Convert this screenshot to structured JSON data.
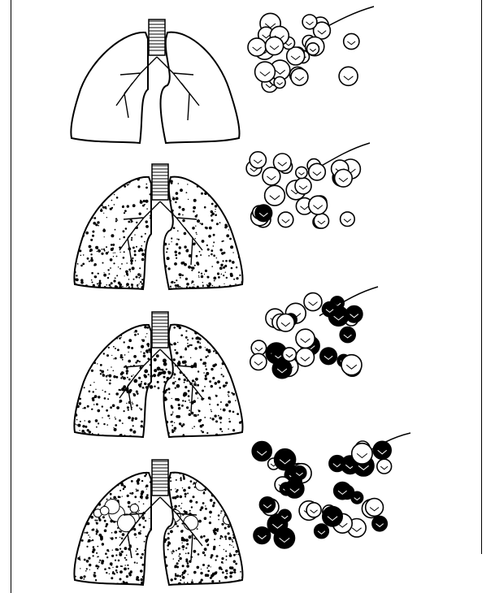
{
  "figure": {
    "stages": [
      {
        "id": "stage-1",
        "lung_pattern": "clear",
        "alveoli_pattern": "normal"
      },
      {
        "id": "stage-2",
        "lung_pattern": "speckled-basal",
        "alveoli_pattern": "mild"
      },
      {
        "id": "stage-3",
        "lung_pattern": "speckled-hilar",
        "alveoli_pattern": "moderate"
      },
      {
        "id": "stage-4",
        "lung_pattern": "speckled-diffuse",
        "alveoli_pattern": "severe"
      }
    ],
    "colors": {
      "ink": "#000000",
      "paper": "#ffffff"
    }
  }
}
